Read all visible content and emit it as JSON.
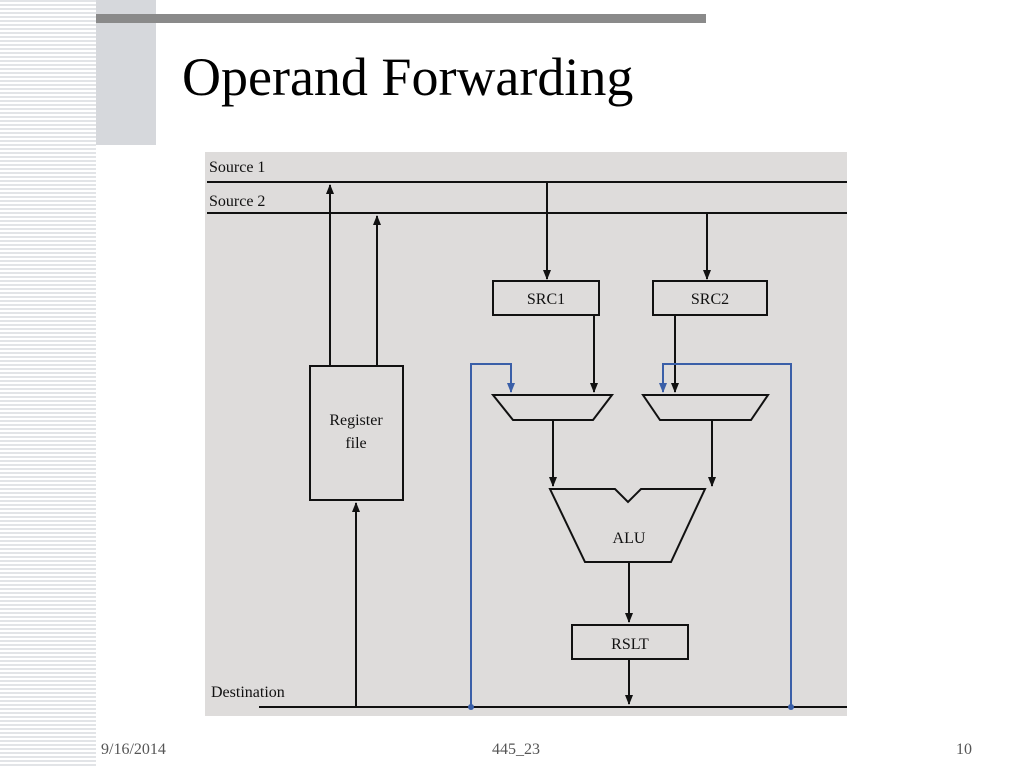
{
  "slide": {
    "title": "Operand Forwarding",
    "footer": {
      "date": "9/16/2014",
      "center": "445_23",
      "page": "10"
    }
  },
  "diagram": {
    "bus_labels": {
      "source1": "Source 1",
      "source2": "Source 2",
      "destination": "Destination"
    },
    "blocks": {
      "register_file_line1": "Register",
      "register_file_line2": "file",
      "src1": "SRC1",
      "src2": "SRC2",
      "alu": "ALU",
      "rslt": "RSLT"
    },
    "colors": {
      "forwarding_path": "#3a5fa8",
      "wire": "#111111"
    }
  }
}
